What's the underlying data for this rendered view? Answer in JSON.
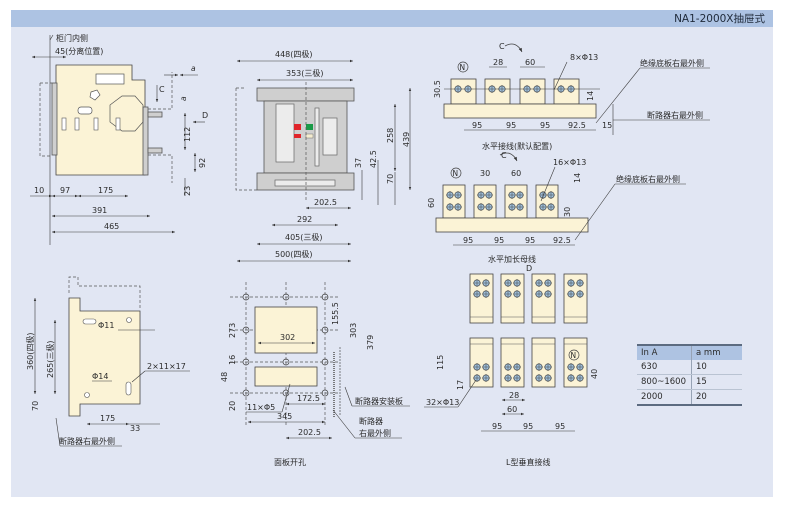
{
  "header": {
    "title": "NA1-2000X抽屉式"
  },
  "side_view": {
    "door_label": "柜门内侧",
    "separation_label": "45(分离位置)",
    "dims": {
      "d10": "10",
      "d97": "97",
      "d175": "175",
      "d391": "391",
      "d465": "465",
      "d112": "112",
      "d92": "92",
      "d23": "23"
    },
    "markers": {
      "a1": "a",
      "a2": "a",
      "c": "C",
      "d": "D"
    }
  },
  "front_view": {
    "dims": {
      "d448": "448(四极)",
      "d353": "353(三极)",
      "d258": "258",
      "d439": "439",
      "d37": "37",
      "d42_5": "42.5",
      "d70": "70",
      "d202_5": "202.5",
      "d292": "292",
      "d405": "405(三极)",
      "d500": "500(四极)"
    },
    "indicator_colors": {
      "red": "#e0242a",
      "green": "#1a9a47",
      "cream": "#f4ecd0"
    }
  },
  "horizontal_wiring": {
    "neutral": "N",
    "marker_c": "C",
    "dims": {
      "d28": "28",
      "d60": "60",
      "holes": "8×Φ13",
      "d30_5": "30.5",
      "d14": "14",
      "d95a": "95",
      "d95b": "95",
      "d95c": "95",
      "d92_5": "92.5",
      "d15": "15"
    },
    "label_insulation": "绝缘底板右最外侧",
    "label_breaker": "断路器右最外侧",
    "caption": "水平接线(默认配置)"
  },
  "horizontal_extended": {
    "neutral": "N",
    "marker_c": "C",
    "dims": {
      "d30": "30",
      "d60": "60",
      "holes": "16×Φ13",
      "d60v": "60",
      "d14": "14",
      "d30v": "30",
      "d95a": "95",
      "d95b": "95",
      "d95c": "95",
      "d92_5": "92.5"
    },
    "label_insulation": "绝缘底板右最外侧",
    "caption": "水平加长母线"
  },
  "mounting_view": {
    "dims": {
      "d360": "360(四极)",
      "d265": "265(三极)",
      "d70": "70",
      "d175": "175",
      "d33": "33",
      "phi11": "Φ11",
      "phi14": "Φ14",
      "slot": "2×11×17"
    },
    "label_breaker": "断路器右最外侧"
  },
  "panel_cutout": {
    "dims": {
      "d273": "273",
      "d16": "16",
      "d48": "48",
      "d20": "20",
      "d302": "302",
      "d155_5": "155.5",
      "d303": "303",
      "d379": "379",
      "holes": "11×Φ5",
      "d172_5": "172.5",
      "d345": "345",
      "d202_5": "202.5"
    },
    "label_mount": "断路器安装板",
    "label_breaker_1": "断路器",
    "label_breaker_2": "右最外侧",
    "caption": "面板开孔"
  },
  "vertical_wiring": {
    "marker_d": "D",
    "neutral": "N",
    "dims": {
      "d115": "115",
      "d17": "17",
      "holes": "32×Φ13",
      "d28": "28",
      "d60": "60",
      "d40": "40",
      "d95a": "95",
      "d95b": "95",
      "d95c": "95"
    },
    "caption": "L型垂直接线"
  },
  "spec_table": {
    "headers": [
      "In A",
      "a mm"
    ],
    "rows": [
      [
        "630",
        "10"
      ],
      [
        "800~1600",
        "15"
      ],
      [
        "2000",
        "20"
      ]
    ]
  }
}
